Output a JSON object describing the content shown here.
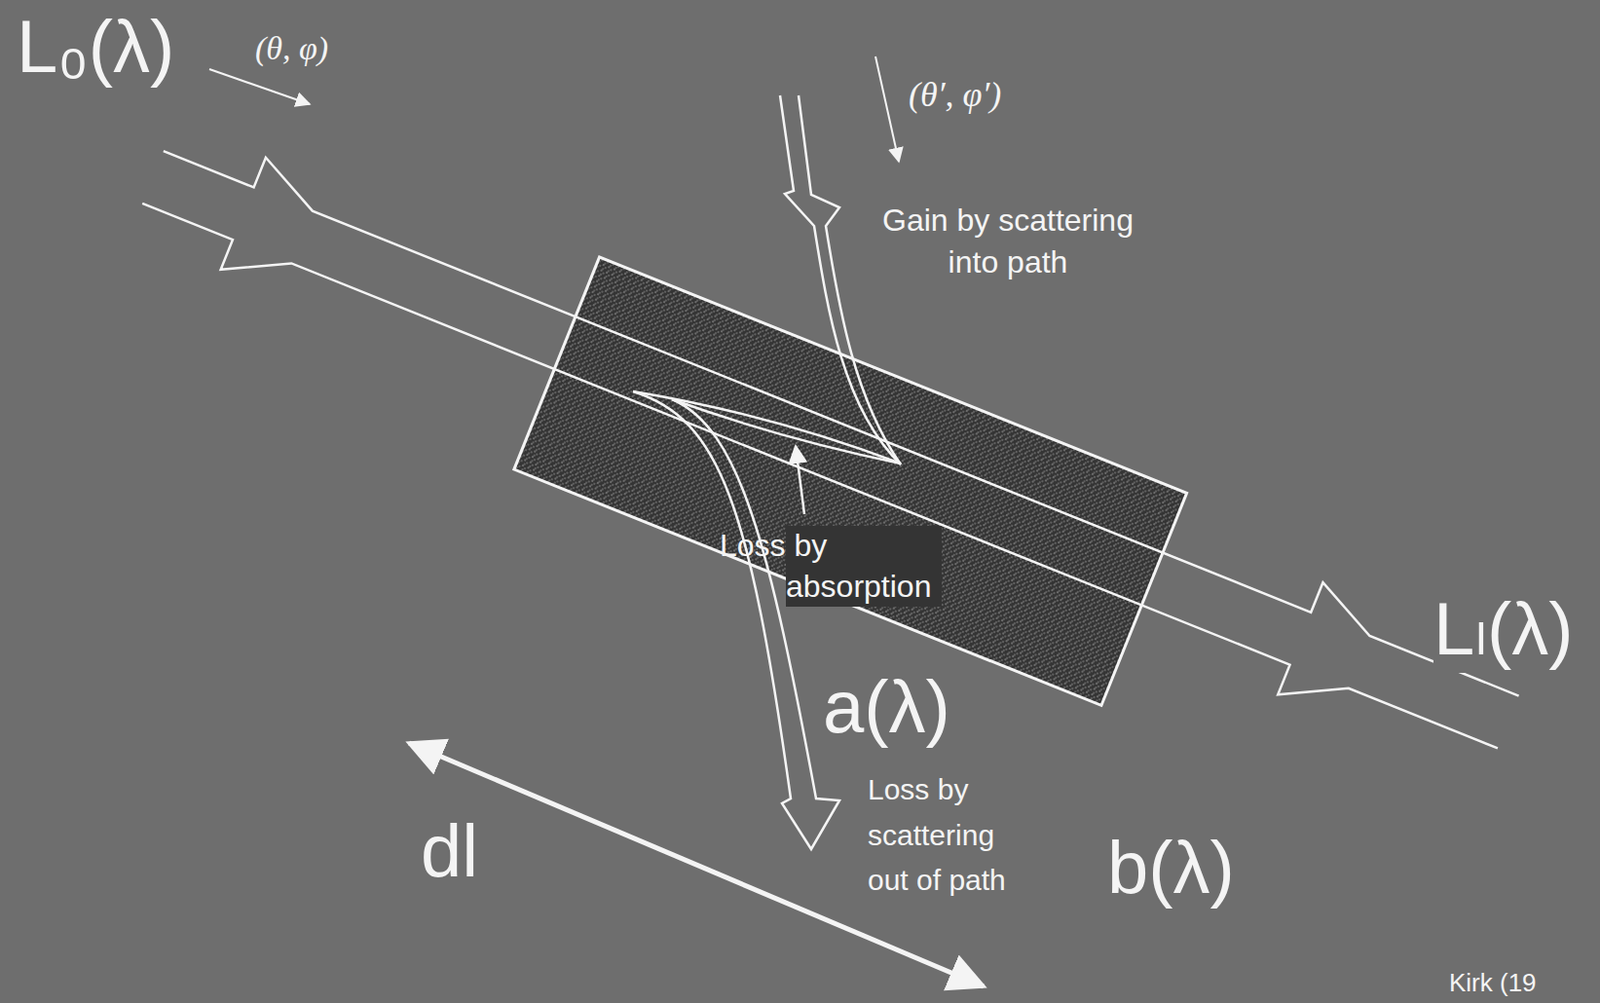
{
  "diagram": {
    "labels": [
      "L₀(λ)",
      "(θ, φ)",
      "(θ′, φ′)",
      "Gain by scattering into path",
      "Loss by absorption",
      "a(λ)",
      "Lₗ(λ)",
      "dl",
      "Loss by scattering out of path",
      "b(λ)",
      "Kirk (19"
    ]
  }
}
